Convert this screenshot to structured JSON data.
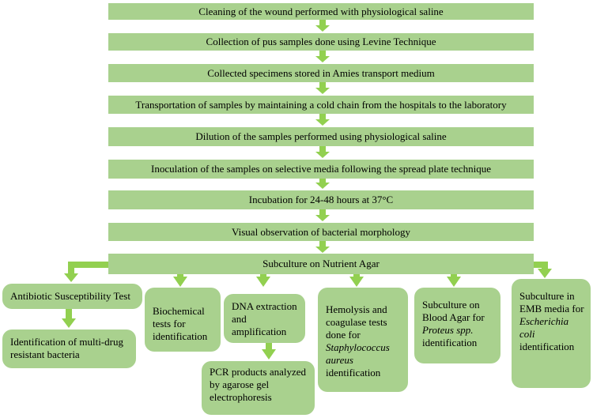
{
  "steps": [
    "Cleaning of the wound performed with physiological saline",
    "Collection of pus samples done using Levine Technique",
    "Collected specimens stored in Amies transport medium",
    "Transportation of samples by  maintaining a cold chain from the hospitals to the laboratory",
    "Dilution of the samples performed  using physiological saline",
    "Inoculation of the samples  on selective media following the spread plate technique",
    "Incubation for 24-48 hours at 37°C",
    "Visual observation of bacterial morphology",
    "Subculture on Nutrient Agar"
  ],
  "branches": {
    "ast": "Antibiotic Susceptibility Test",
    "mdr": "Identification of multi-drug resistant bacteria",
    "biochemical": "Biochemical tests for identification",
    "dna": "DNA extraction and amplification",
    "pcr": "PCR products analyzed by agarose gel electrophoresis",
    "hemolysis_prefix": "Hemolysis and coagulase tests done for",
    "hemolysis_organism": "Staphylococcus aureus",
    "hemolysis_suffix": "identification",
    "blood_prefix": "Subculture on Blood Agar for",
    "blood_organism": "Proteus spp.",
    "blood_suffix": "identification",
    "emb_prefix": "Subculture in EMB media for",
    "emb_organism": "Escherichia coli",
    "emb_suffix": "identification"
  },
  "colors": {
    "box_fill": "#a9d18e",
    "arrow": "#92d050"
  }
}
